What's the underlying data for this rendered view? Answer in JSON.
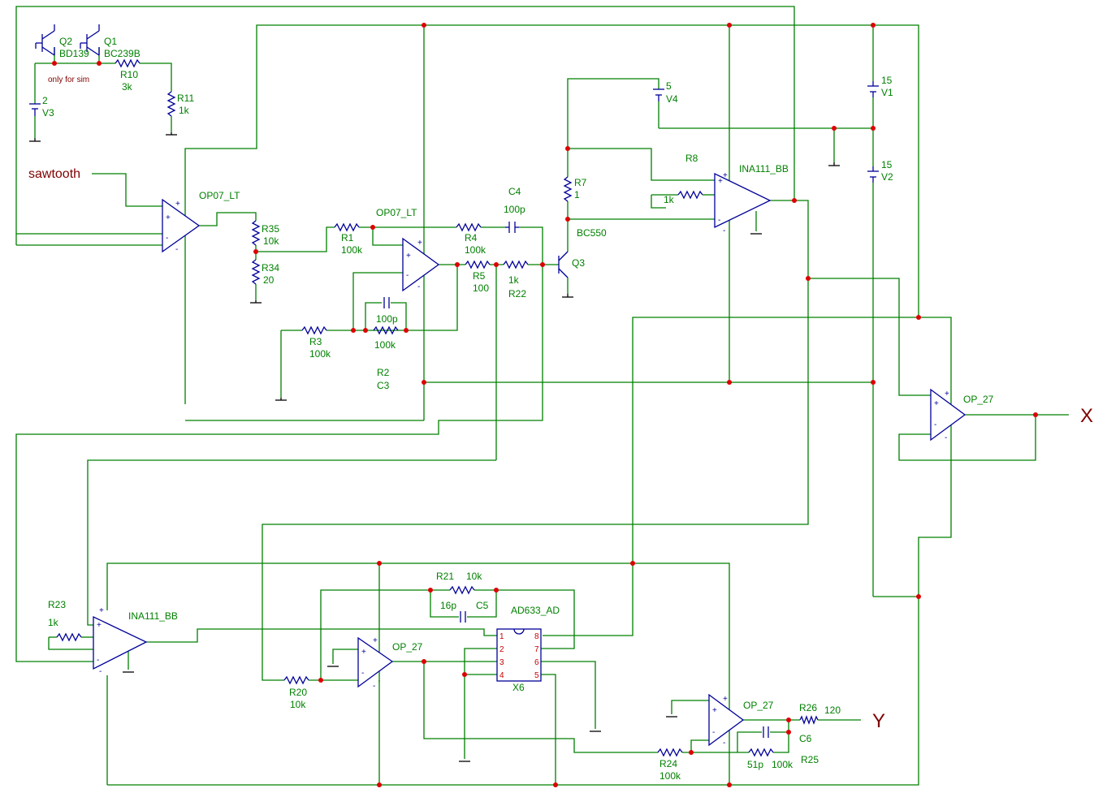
{
  "signals": {
    "sawtooth": "sawtooth",
    "x": "X",
    "y": "Y"
  },
  "note": "only for sim",
  "q2": {
    "ref": "Q2",
    "val": "BD139"
  },
  "q1": {
    "ref": "Q1",
    "val": "BC239B"
  },
  "q3": {
    "ref": "Q3",
    "val": "BC550"
  },
  "v3": {
    "val": "2",
    "ref": "V3"
  },
  "v4": {
    "val": "5",
    "ref": "V4"
  },
  "v1": {
    "val": "15",
    "ref": "V1"
  },
  "v2": {
    "val": "15",
    "ref": "V2"
  },
  "r10": {
    "ref": "R10",
    "val": "3k"
  },
  "r11": {
    "ref": "R11",
    "val": "1k"
  },
  "r35": {
    "ref": "R35",
    "val": "10k"
  },
  "r34": {
    "ref": "R34",
    "val": "20"
  },
  "r1": {
    "ref": "R1",
    "val": "100k"
  },
  "r4": {
    "ref": "R4",
    "val": "100k"
  },
  "r5": {
    "ref": "R5",
    "val": "100"
  },
  "r22": {
    "ref": "R22",
    "val": "1k"
  },
  "r3": {
    "ref": "R3",
    "val": "100k"
  },
  "r2": {
    "ref": "R2",
    "val": "100k"
  },
  "c3": {
    "ref": "C3",
    "val": "100p"
  },
  "c4": {
    "ref": "C4",
    "val": "100p"
  },
  "r7": {
    "ref": "R7",
    "val": "1"
  },
  "r8": {
    "ref": "R8",
    "val": "1k"
  },
  "r23": {
    "ref": "R23",
    "val": "1k"
  },
  "r21": {
    "ref": "R21",
    "val": "10k"
  },
  "c5": {
    "ref": "C5",
    "val": "16p"
  },
  "r20": {
    "ref": "R20",
    "val": "10k"
  },
  "r24": {
    "ref": "R24",
    "val": "100k"
  },
  "r26": {
    "ref": "R26",
    "val": "120"
  },
  "c6": {
    "ref": "C6",
    "val": "51p"
  },
  "r25": {
    "ref": "R25",
    "val": "100k"
  },
  "opamps": {
    "u1": "OP07_LT",
    "u2": "OP07_LT",
    "ina1": "INA111_BB",
    "ina2": "INA111_BB",
    "u5": "OP_27",
    "u6": "OP_27",
    "u7": "OP_27"
  },
  "mult": {
    "val": "AD633_AD",
    "ref": "X6",
    "pins": [
      "1",
      "2",
      "3",
      "4",
      "5",
      "6",
      "7",
      "8"
    ]
  },
  "pin_marks": {
    "plus": "+",
    "minus": "-"
  }
}
